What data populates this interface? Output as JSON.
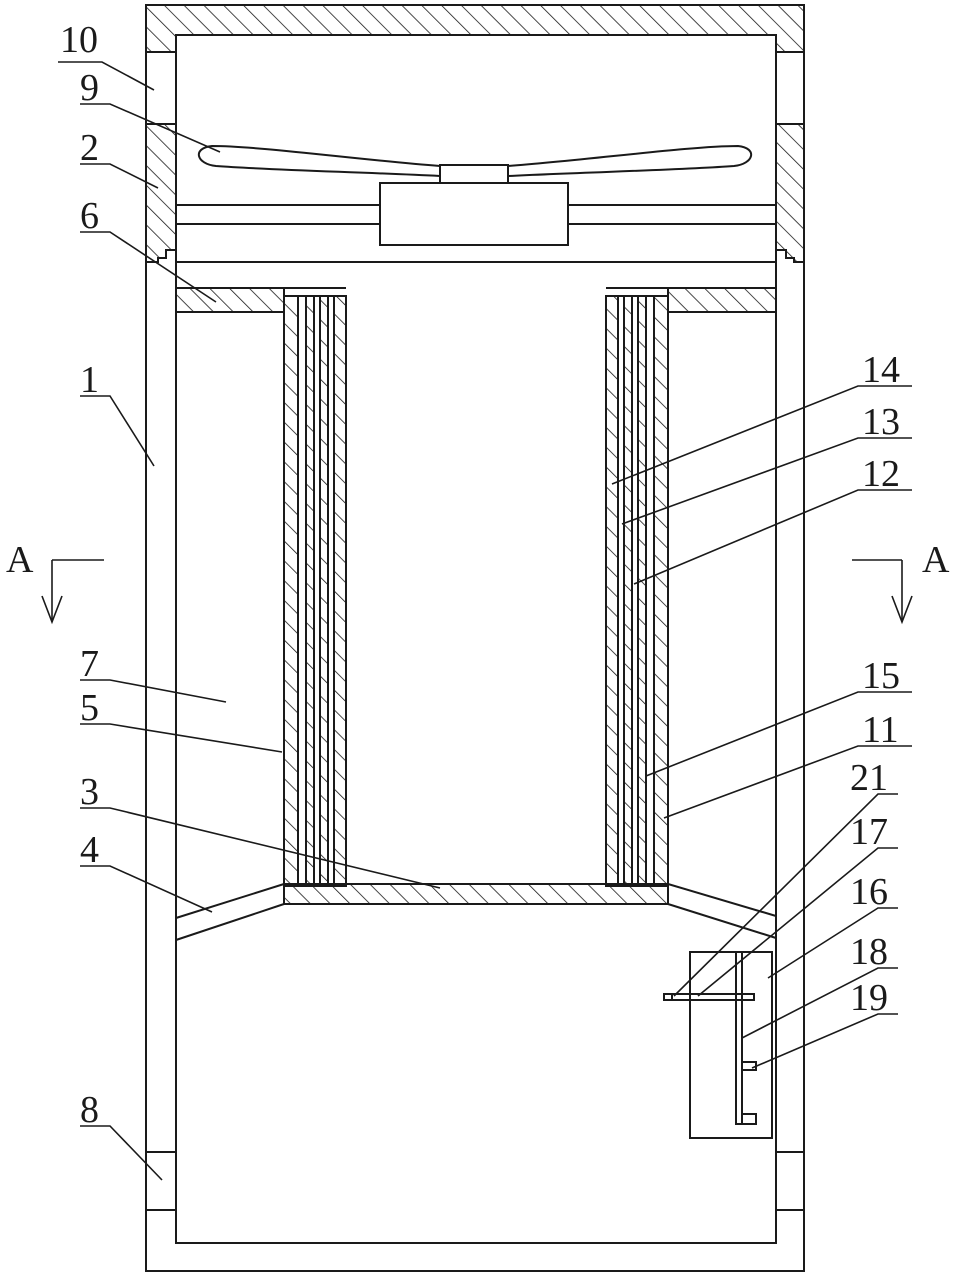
{
  "section_marks": [
    "A",
    "A"
  ],
  "part_labels": [
    "10",
    "9",
    "2",
    "6",
    "1",
    "14",
    "13",
    "12",
    "7",
    "5",
    "15",
    "11",
    "3",
    "21",
    "4",
    "17",
    "16",
    "18",
    "19",
    "8"
  ],
  "colors": {
    "ink": "#1a1a1a",
    "background": "#ffffff"
  }
}
